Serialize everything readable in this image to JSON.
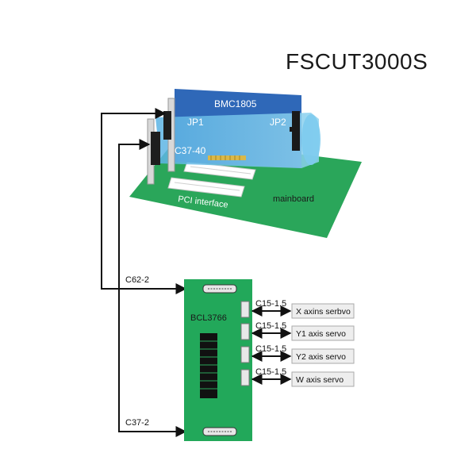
{
  "title": "FSCUT3000S",
  "card": {
    "name": "BMC1805",
    "jp1": "JP1",
    "jp2": "JP2",
    "connector": "C37-40"
  },
  "mainboard": {
    "slot_label": "PCI interface",
    "label": "mainboard"
  },
  "cables": {
    "top": "C62-2",
    "bottom": "C37-2"
  },
  "terminal_board": {
    "name": "BCL3766"
  },
  "servo_links": [
    {
      "cable": "C15-1.5",
      "target": "X axins serbvo"
    },
    {
      "cable": "C15-1.5",
      "target": "Y1 axis servo"
    },
    {
      "cable": "C15-1.5",
      "target": "Y2 axis servo"
    },
    {
      "cable": "C15-1.5",
      "target": "W axis servo"
    }
  ],
  "colors": {
    "card_blue": "#2f68b8",
    "card_cyan": "#7cc6e8",
    "pcb_green": "#22a85a",
    "line": "#111111",
    "label_box_bg": "#eeeeee"
  }
}
